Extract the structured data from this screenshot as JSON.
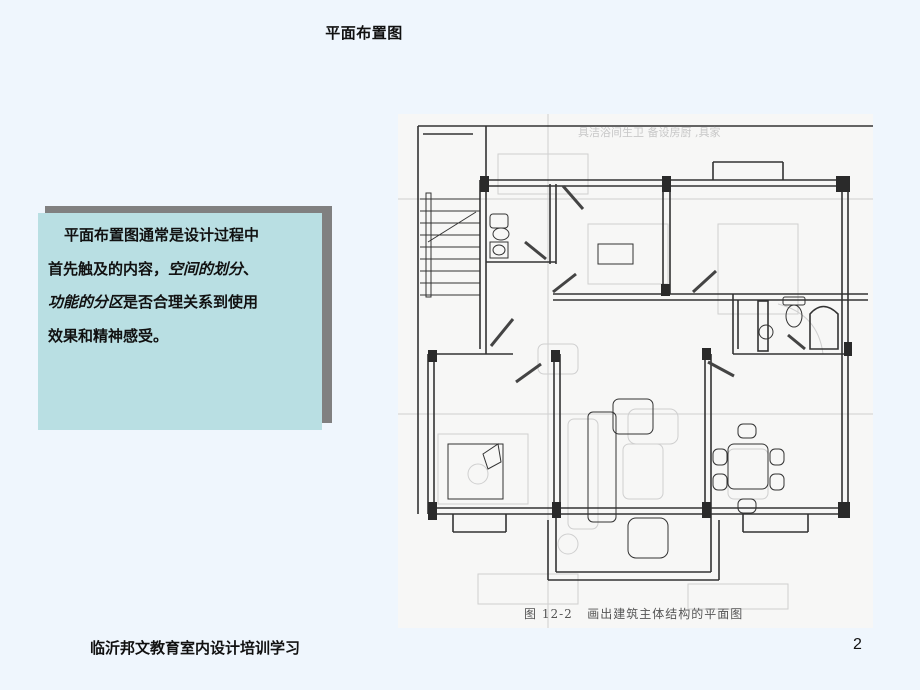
{
  "slide": {
    "title": "平面布置图",
    "page_number": "2",
    "footer": "临沂邦文教育室内设计培训学习",
    "colors": {
      "background": "#EFF6FD",
      "textbox_fill": "#B9DFE3",
      "textbox_shadow": "#808080"
    }
  },
  "textbox": {
    "line1": "平面布置图通常是设计过程中",
    "line2_plain": "首先触及的内容，",
    "line2_italic": "空间的划分",
    "line2_end": "、",
    "line3_italic": "功能的分区",
    "line3_plain": "是否合理关系到使用",
    "line4": "效果和精神感受。"
  },
  "figure": {
    "caption": "图 12-2   画出建筑主体结构的平面图",
    "type": "architectural floor plan"
  }
}
